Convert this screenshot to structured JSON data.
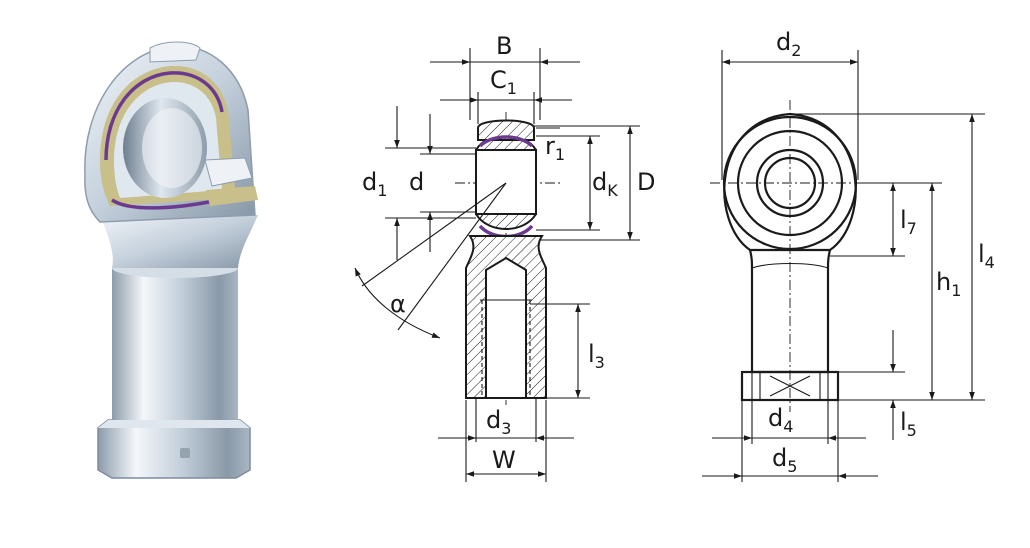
{
  "labels": {
    "B": "B",
    "C": "C",
    "C_sub": "1",
    "r": "r",
    "r_sub": "1",
    "d1": "d",
    "d1_sub": "1",
    "d": "d",
    "dK": "d",
    "dK_sub": "K",
    "D": "D",
    "alpha": "α",
    "l3": "l",
    "l3_sub": "3",
    "d3": "d",
    "d3_sub": "3",
    "W": "W",
    "d2": "d",
    "d2_sub": "2",
    "l7": "l",
    "l7_sub": "7",
    "h1": "h",
    "h1_sub": "1",
    "l4": "l",
    "l4_sub": "4",
    "d4": "d",
    "d4_sub": "4",
    "l5": "l",
    "l5_sub": "5",
    "d5": "d",
    "d5_sub": "5"
  },
  "colors": {
    "line": "#1a1a1a",
    "seal": "#6b3a8f",
    "steel_light": "#e4ebf2",
    "steel_mid": "#b6c3d0",
    "steel_dark": "#7d8c9c",
    "liner": "#c9bf8a"
  }
}
